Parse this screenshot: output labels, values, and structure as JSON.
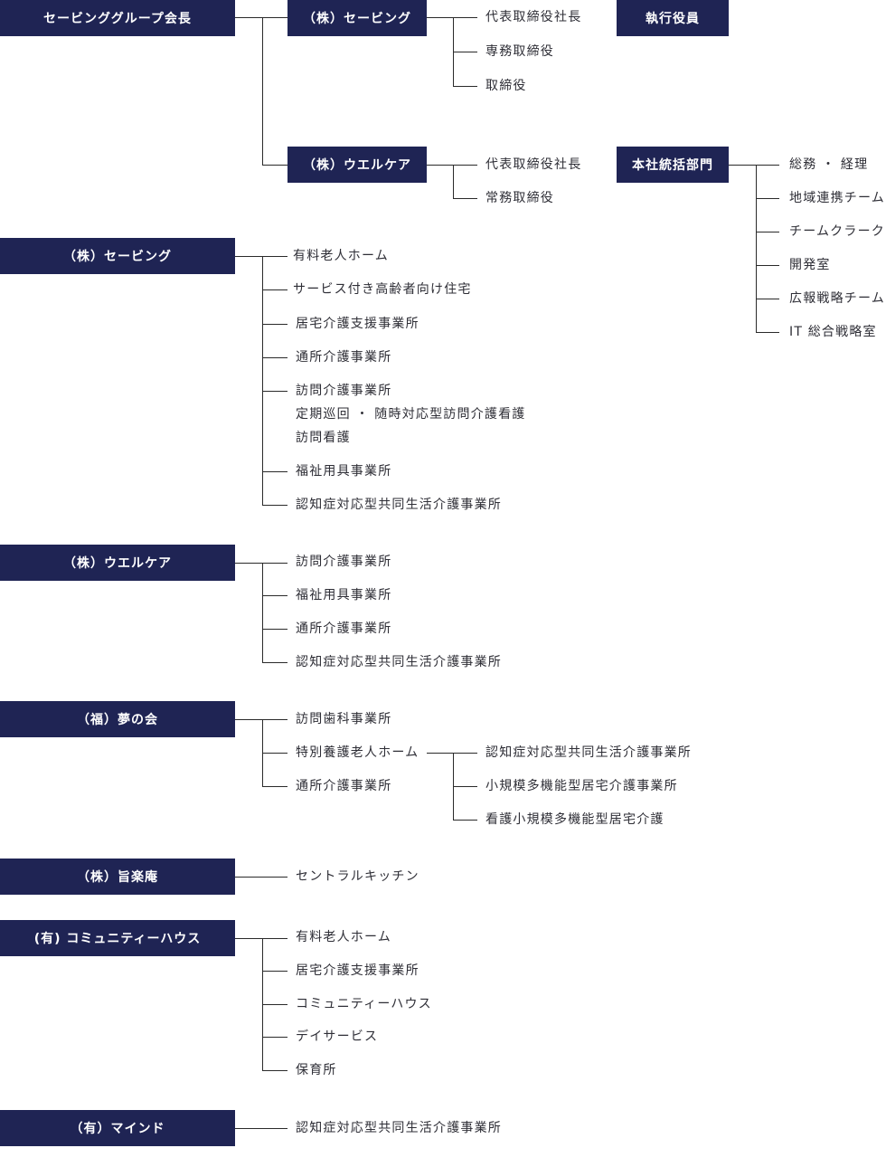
{
  "top": {
    "chairman": "セービンググループ会長",
    "savingBox": "（株）セービング",
    "savingRoles": [
      "代表取締役社長",
      "専務取締役",
      "取締役"
    ],
    "executiveBox": "執行役員",
    "welcareBox": "（株）ウエルケア",
    "welcareRoles": [
      "代表取締役社長",
      "常務取締役"
    ],
    "hqBox": "本社統括部門",
    "hqDepts": [
      "総務 ・ 経理",
      "地域連携チーム",
      "チームクラーク",
      "開発室",
      "広報戦略チーム",
      "IT 総合戦略室"
    ]
  },
  "saving": {
    "label": "（株）セービング",
    "items": [
      "有料老人ホーム",
      "サービス付き高齢者向け住宅",
      "居宅介護支援事業所",
      "通所介護事業所",
      "訪問介護事業所",
      "定期巡回 ・ 随時対応型訪問介護看護",
      "訪問看護",
      "福祉用具事業所",
      "認知症対応型共同生活介護事業所"
    ]
  },
  "welcare": {
    "label": "（株）ウエルケア",
    "items": [
      "訪問介護事業所",
      "福祉用具事業所",
      "通所介護事業所",
      "認知症対応型共同生活介護事業所"
    ]
  },
  "yume": {
    "label": "（福）夢の会",
    "items": [
      "訪問歯科事業所",
      "特別養護老人ホーム",
      "通所介護事業所"
    ],
    "subItems": [
      "認知症対応型共同生活介護事業所",
      "小規模多機能型居宅介護事業所",
      "看護小規模多機能型居宅介護"
    ]
  },
  "umaraku": {
    "label": "（株）旨楽庵",
    "items": [
      "セントラルキッチン"
    ]
  },
  "community": {
    "label": "(有) コミュニティーハウス",
    "items": [
      "有料老人ホーム",
      "居宅介護支援事業所",
      "コミュニティーハウス",
      "デイサービス",
      "保育所"
    ]
  },
  "mind": {
    "label": "（有）マインド",
    "items": [
      "認知症対応型共同生活介護事業所"
    ]
  }
}
